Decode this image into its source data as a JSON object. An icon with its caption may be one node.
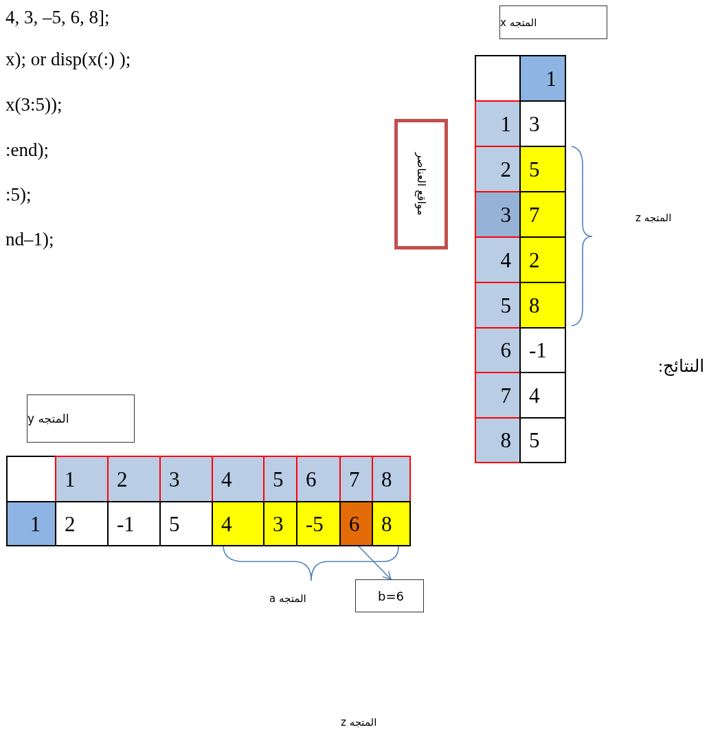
{
  "diagram": {
    "nodes": [
      {
        "text": [
          "المتجه x"
        ]
      },
      {
        "text": [
          "مواقع العناصر"
        ]
      },
      {
        "text": [
          "المتجه y"
        ]
      },
      {
        "text": [
          "6"
        ]
      },
      {
        "text": [
          "b=6"
        ]
      }
    ],
    "edges": [
      {
        "from": 3,
        "to": 4,
        "arrow": "to",
        "color": "#4f81bd"
      }
    ],
    "labels": [
      "4, 3, –5, 6, 8];",
      "x); or disp(x(:) );",
      "x(3:5));",
      ":end);",
      ":5);",
      "nd–1);",
      "1",
      "1",
      "3",
      "2",
      "5",
      "3",
      "7",
      "4",
      "2",
      "5",
      "8",
      "6",
      "-1",
      "7",
      "4",
      "8",
      "5",
      "المتجه z",
      "النتائج:",
      "1",
      "2",
      "3",
      "4",
      "5",
      "6",
      "7",
      "8",
      "1",
      "2",
      "-1",
      "5",
      "4",
      "3",
      "-5",
      "8",
      "المتجه a",
      "المتجه z"
    ]
  }
}
